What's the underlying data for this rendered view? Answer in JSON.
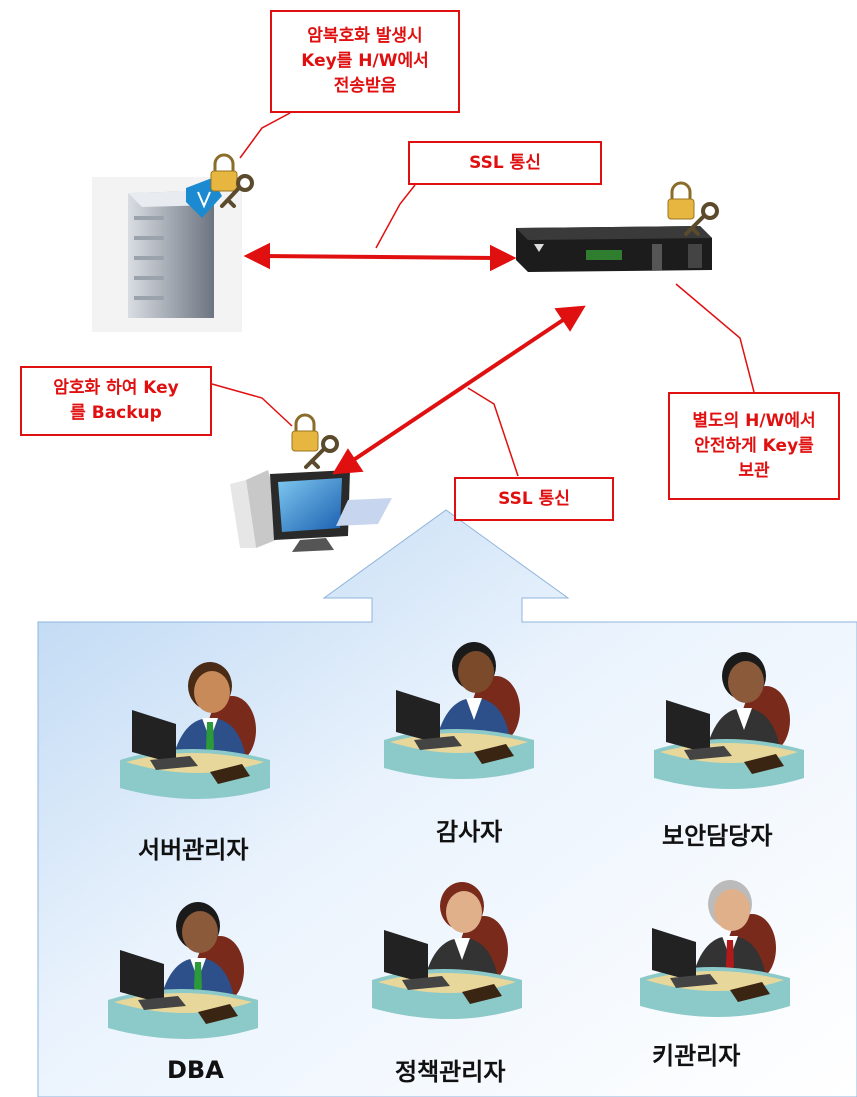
{
  "callouts": {
    "key_transfer": [
      "암복호화 발생시",
      "Key를 H/W에서",
      "전송받음"
    ],
    "ssl_top": "SSL 통신",
    "backup": [
      "암호화 하여 Key",
      "를 Backup"
    ],
    "hw_storage": [
      "별도의 H/W에서",
      "안전하게 Key를",
      "보관"
    ],
    "ssl_bottom": "SSL 통신"
  },
  "roles": {
    "server_admin": "서버관리자",
    "auditor": "감사자",
    "security_officer": "보안담당자",
    "dba": "DBA",
    "policy_admin": "정책관리자",
    "key_admin": "키관리자"
  },
  "colors": {
    "accent": "#e01010",
    "panel_light": "#f4f9ff",
    "panel_dark": "#bcd8f3"
  },
  "icons": [
    "server-icon",
    "hsm-appliance-icon",
    "desktop-pc-icon",
    "padlock-icon",
    "key-icon",
    "user-at-desk-icon"
  ]
}
